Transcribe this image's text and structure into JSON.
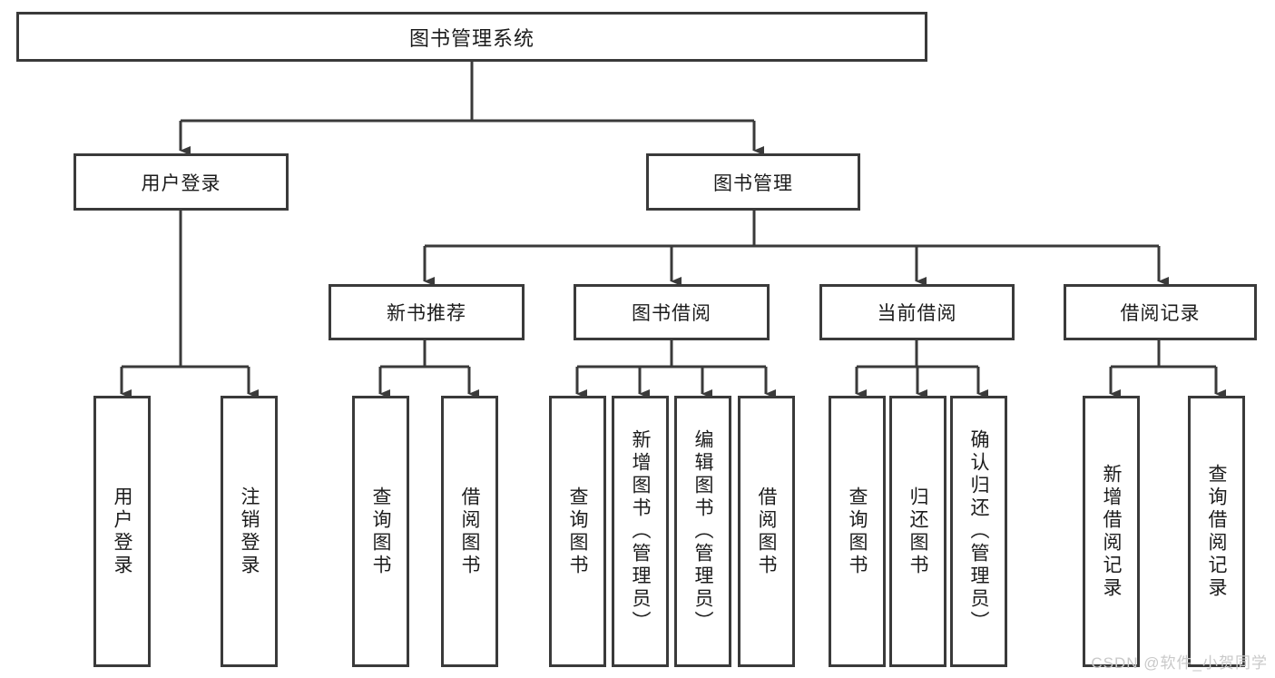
{
  "diagram": {
    "title": "图书管理系统",
    "type": "tree",
    "orientation": "top-down",
    "colors": {
      "box_border": "#3a3a3a",
      "box_fill": "#ffffff",
      "line": "#3a3a3a",
      "text": "#1c1c1c",
      "watermark": "#c9c9c9"
    },
    "root": {
      "label": "图书管理系统"
    },
    "level2": [
      {
        "label": "用户登录"
      },
      {
        "label": "图书管理"
      }
    ],
    "level3": [
      {
        "label": "新书推荐"
      },
      {
        "label": "图书借阅"
      },
      {
        "label": "当前借阅"
      },
      {
        "label": "借阅记录"
      }
    ],
    "leaves": {
      "user_login": [
        {
          "label": "用户登录"
        },
        {
          "label": "注销登录"
        }
      ],
      "new_book_recommend": [
        {
          "label": "查询图书"
        },
        {
          "label": "借阅图书"
        }
      ],
      "book_borrow": [
        {
          "label": "查询图书"
        },
        {
          "label": "新增图书（管理员）"
        },
        {
          "label": "编辑图书（管理员）"
        },
        {
          "label": "借阅图书"
        }
      ],
      "current_borrow": [
        {
          "label": "查询图书"
        },
        {
          "label": "归还图书"
        },
        {
          "label": "确认归还（管理员）"
        }
      ],
      "borrow_record": [
        {
          "label": "新增借阅记录"
        },
        {
          "label": "查询借阅记录"
        }
      ]
    },
    "edges": [
      {
        "from": "图书管理系统",
        "to": "用户登录"
      },
      {
        "from": "图书管理系统",
        "to": "图书管理"
      },
      {
        "from": "用户登录",
        "to": "用户登录"
      },
      {
        "from": "用户登录",
        "to": "注销登录"
      },
      {
        "from": "图书管理",
        "to": "新书推荐"
      },
      {
        "from": "图书管理",
        "to": "图书借阅"
      },
      {
        "from": "图书管理",
        "to": "当前借阅"
      },
      {
        "from": "图书管理",
        "to": "借阅记录"
      },
      {
        "from": "新书推荐",
        "to": "查询图书"
      },
      {
        "from": "新书推荐",
        "to": "借阅图书"
      },
      {
        "from": "图书借阅",
        "to": "查询图书"
      },
      {
        "from": "图书借阅",
        "to": "新增图书（管理员）"
      },
      {
        "from": "图书借阅",
        "to": "编辑图书（管理员）"
      },
      {
        "from": "图书借阅",
        "to": "借阅图书"
      },
      {
        "from": "当前借阅",
        "to": "查询图书"
      },
      {
        "from": "当前借阅",
        "to": "归还图书"
      },
      {
        "from": "当前借阅",
        "to": "确认归还（管理员）"
      },
      {
        "from": "借阅记录",
        "to": "新增借阅记录"
      },
      {
        "from": "借阅记录",
        "to": "查询借阅记录"
      }
    ],
    "watermark": "CSDN @软件_小贺同学"
  }
}
